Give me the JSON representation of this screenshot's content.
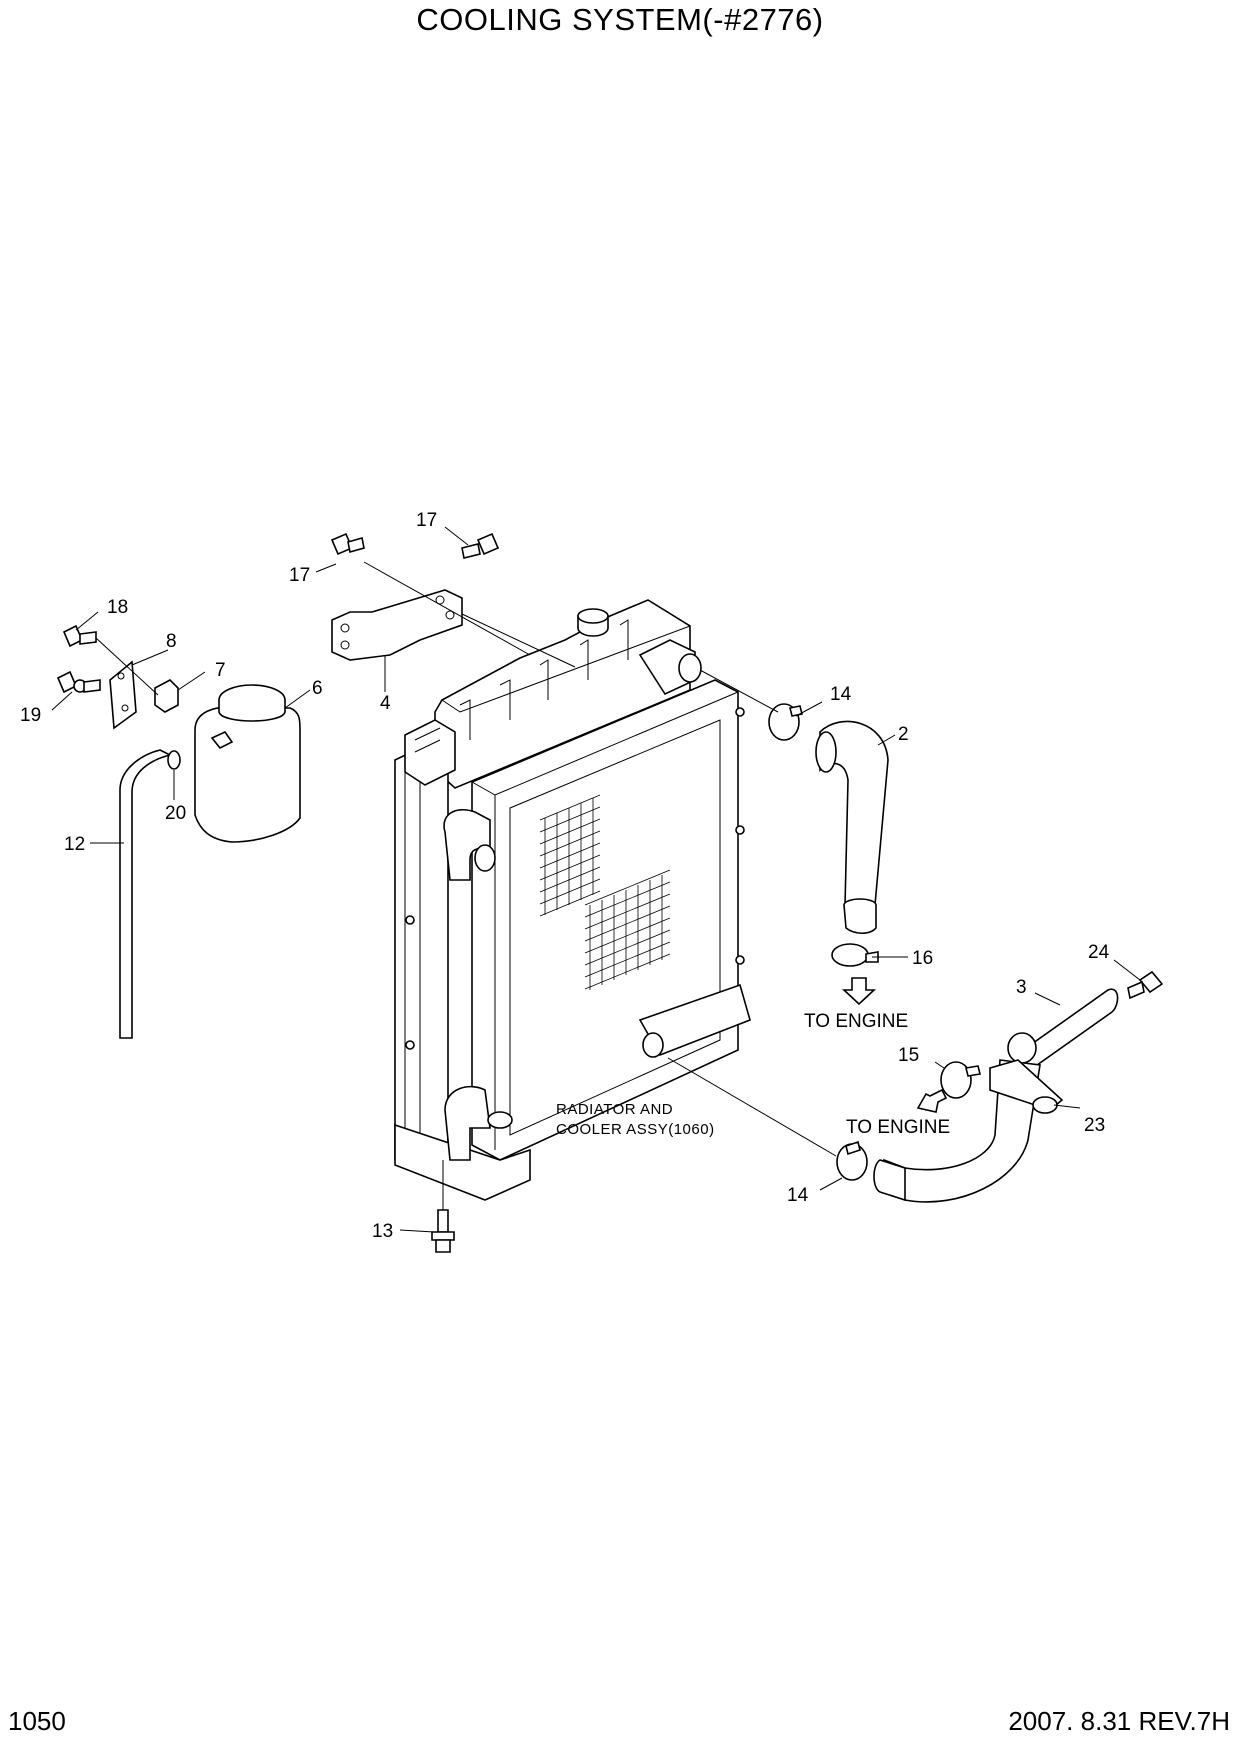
{
  "title": "COOLING SYSTEM(-#2776)",
  "page_number": "1050",
  "revision": "2007.  8.31  REV.7H",
  "assembly_label_line1": "RADIATOR AND",
  "assembly_label_line2": "COOLER ASSY(1060)",
  "to_engine_upper": "TO ENGINE",
  "to_engine_lower": "TO ENGINE",
  "callouts": {
    "c17a": "17",
    "c17b": "17",
    "c18": "18",
    "c8": "8",
    "c7": "7",
    "c6": "6",
    "c4": "4",
    "c19": "19",
    "c20": "20",
    "c12": "12",
    "c14a": "14",
    "c2": "2",
    "c16": "16",
    "c24": "24",
    "c3": "3",
    "c15": "15",
    "c23": "23",
    "c14b": "14",
    "c13": "13"
  }
}
